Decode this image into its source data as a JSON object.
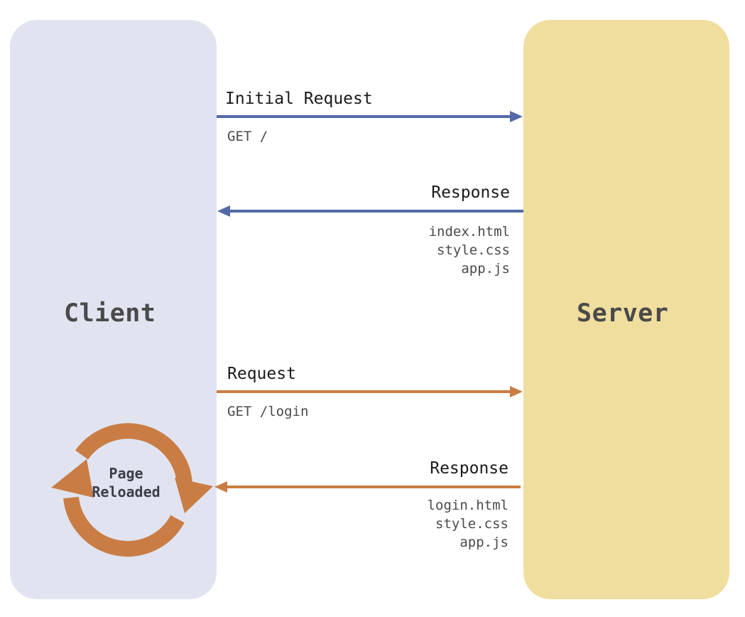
{
  "colors": {
    "client_panel": "#e1e4f0",
    "server_panel": "#f0de9f",
    "blue_arrow": "#5369a8",
    "orange_arrow": "#c97d45",
    "reload_icon": "#c97d45"
  },
  "client": {
    "title": "Client"
  },
  "server": {
    "title": "Server"
  },
  "flows": {
    "initial_request": {
      "label": "Initial Request",
      "detail": "GET /"
    },
    "response_1": {
      "label": "Response",
      "files": "index.html\nstyle.css\napp.js"
    },
    "request_2": {
      "label": "Request",
      "detail": "GET /login"
    },
    "response_2": {
      "label": "Response",
      "files": "login.html\nstyle.css\napp.js"
    }
  },
  "reload": {
    "label": "Page\nReloaded",
    "icon": "reload-cycle-icon"
  }
}
